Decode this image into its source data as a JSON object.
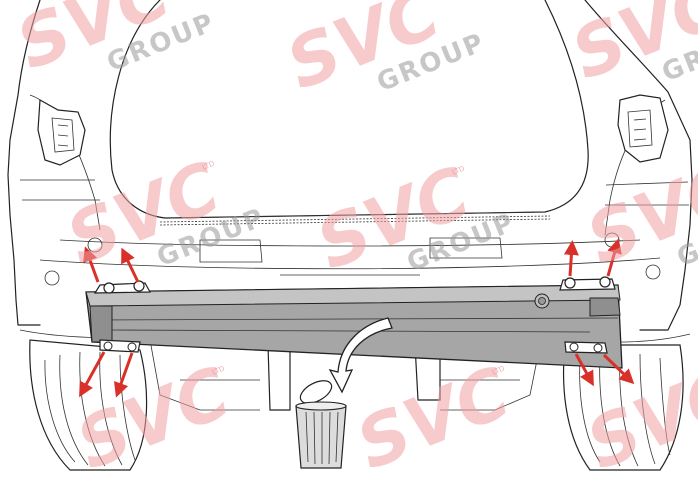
{
  "watermark": {
    "logo_text": "SVC",
    "group_text": "GROUP",
    "ltd_text": "LTD"
  },
  "colors": {
    "arrow_red": "#d9302a",
    "beam_gray": "#a6a6a6",
    "watermark_pink": "#f2a0a4",
    "watermark_gray": "#9a9a9a"
  },
  "icons": {
    "bin_arrow": "curved-arrow-into-bin",
    "removal_arrows": "red-arrow-outward",
    "trash_bin": "trash-bin-icon"
  }
}
